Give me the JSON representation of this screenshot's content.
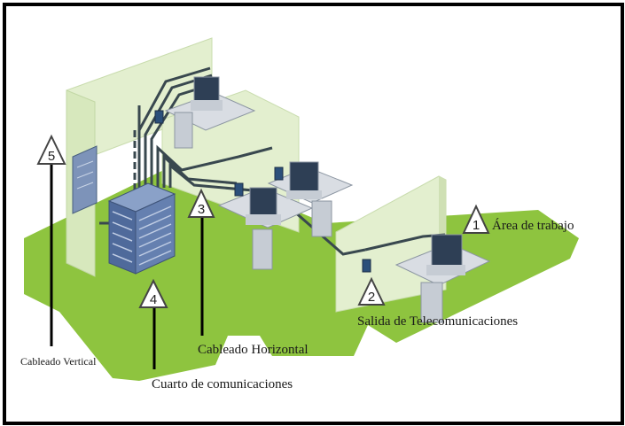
{
  "labels": {
    "area_trabajo": "Área de trabajo",
    "salida_telecom": "Salida de Telecomunicaciones",
    "cableado_horizontal": "Cableado Horizontal",
    "cableado_vertical": "Cableado Vertical",
    "cuarto_comunicaciones": "Cuarto de comunicaciones"
  },
  "markers": [
    "1",
    "2",
    "3",
    "4",
    "5"
  ],
  "colors": {
    "floor": "#8ec43f",
    "wall": "#dfeccb",
    "wall_edge": "#c9dcae",
    "cable": "#39484f",
    "rack": "#5e78a8",
    "border": "#000000"
  },
  "icons": {
    "rack": "server-rack-icon",
    "panel": "wall-panel-icon",
    "workstation": "computer-workstation-icon",
    "outlet": "telecom-outlet-icon"
  }
}
